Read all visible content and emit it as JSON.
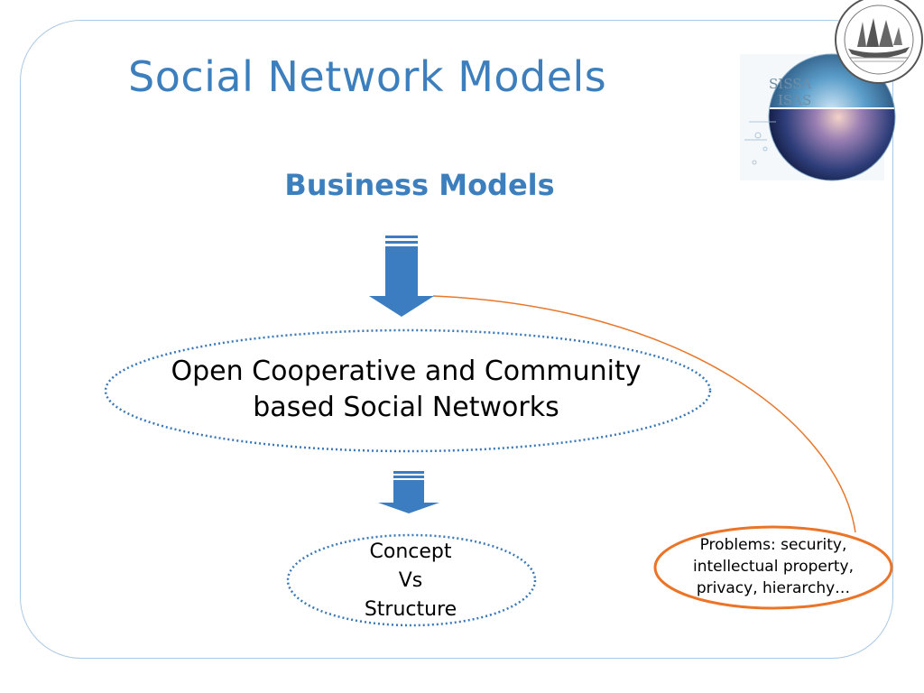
{
  "slide": {
    "title": "Social Network Models",
    "subtitle": "Business Models"
  },
  "diagram": {
    "main_node_lines": [
      "Open Cooperative and Community",
      "based Social Networks"
    ],
    "concept_node_lines": [
      "Concept",
      "Vs",
      "Structure"
    ],
    "problems_node_lines": [
      "Problems: security,",
      "intellectual property,",
      "privacy, hierarchy…"
    ]
  },
  "logo": {
    "label_line1": "SISSA",
    "label_line2": "ISAS"
  },
  "colors": {
    "title": "#3d7fbd",
    "arrow": "#3b7dc0",
    "dotted_ellipse": "#3a78b8",
    "problems_outline": "#ea7427",
    "connector": "#e8782c",
    "frame": "#a9c9e6"
  }
}
